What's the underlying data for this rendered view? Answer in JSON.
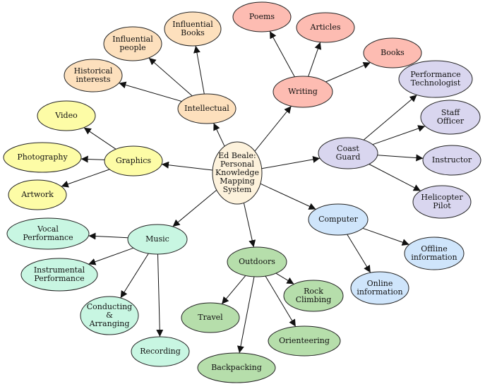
{
  "colors": {
    "root": "#fdf2dc",
    "intellectual": "#fde0bd",
    "writing": "#fdbcb2",
    "coast_guard": "#d9d6ef",
    "computer": "#cfe5fb",
    "outdoors": "#b6deab",
    "music": "#c8f6e2",
    "graphics": "#fdfca6",
    "line": "#111111"
  },
  "nodes": {
    "root": {
      "label": "Ed Beale: Personal Knowledge Mapping System"
    },
    "intellectual": {
      "label": "Intellectual"
    },
    "influential_books": {
      "label": "Influential Books"
    },
    "influential_people": {
      "label": "Influential people"
    },
    "historical_interests": {
      "label": "Historical interests"
    },
    "writing": {
      "label": "Writing"
    },
    "poems": {
      "label": "Poems"
    },
    "articles": {
      "label": "Articles"
    },
    "books": {
      "label": "Books"
    },
    "coast_guard": {
      "label": "Coast Guard"
    },
    "performance_technologist": {
      "label": "Performance Technologist"
    },
    "staff_officer": {
      "label": "Staff Officer"
    },
    "instructor": {
      "label": "Instructor"
    },
    "helicopter_pilot": {
      "label": "Helicopter Pilot"
    },
    "computer": {
      "label": "Computer"
    },
    "offline_information": {
      "label": "Offline information"
    },
    "online_information": {
      "label": "Online information"
    },
    "outdoors": {
      "label": "Outdoors"
    },
    "rock_climbing": {
      "label": "Rock Climbing"
    },
    "orienteering": {
      "label": "Orienteering"
    },
    "backpacking": {
      "label": "Backpacking"
    },
    "travel": {
      "label": "Travel"
    },
    "music": {
      "label": "Music"
    },
    "vocal_performance": {
      "label": "Vocal Performance"
    },
    "instrumental_performance": {
      "label": "Instrumental Performance"
    },
    "conducting_arranging": {
      "label": "Conducting & Arranging"
    },
    "recording": {
      "label": "Recording"
    },
    "graphics": {
      "label": "Graphics"
    },
    "video": {
      "label": "Video"
    },
    "photography": {
      "label": "Photography"
    },
    "artwork": {
      "label": "Artwork"
    }
  },
  "edges": [
    [
      "root",
      "intellectual"
    ],
    [
      "root",
      "writing"
    ],
    [
      "root",
      "coast_guard"
    ],
    [
      "root",
      "computer"
    ],
    [
      "root",
      "outdoors"
    ],
    [
      "root",
      "music"
    ],
    [
      "root",
      "graphics"
    ],
    [
      "intellectual",
      "influential_books"
    ],
    [
      "intellectual",
      "influential_people"
    ],
    [
      "intellectual",
      "historical_interests"
    ],
    [
      "writing",
      "poems"
    ],
    [
      "writing",
      "articles"
    ],
    [
      "writing",
      "books"
    ],
    [
      "coast_guard",
      "performance_technologist"
    ],
    [
      "coast_guard",
      "staff_officer"
    ],
    [
      "coast_guard",
      "instructor"
    ],
    [
      "coast_guard",
      "helicopter_pilot"
    ],
    [
      "computer",
      "offline_information"
    ],
    [
      "computer",
      "online_information"
    ],
    [
      "outdoors",
      "rock_climbing"
    ],
    [
      "outdoors",
      "orienteering"
    ],
    [
      "outdoors",
      "backpacking"
    ],
    [
      "outdoors",
      "travel"
    ],
    [
      "music",
      "vocal_performance"
    ],
    [
      "music",
      "instrumental_performance"
    ],
    [
      "music",
      "conducting_arranging"
    ],
    [
      "music",
      "recording"
    ],
    [
      "graphics",
      "video"
    ],
    [
      "graphics",
      "photography"
    ],
    [
      "graphics",
      "artwork"
    ]
  ]
}
